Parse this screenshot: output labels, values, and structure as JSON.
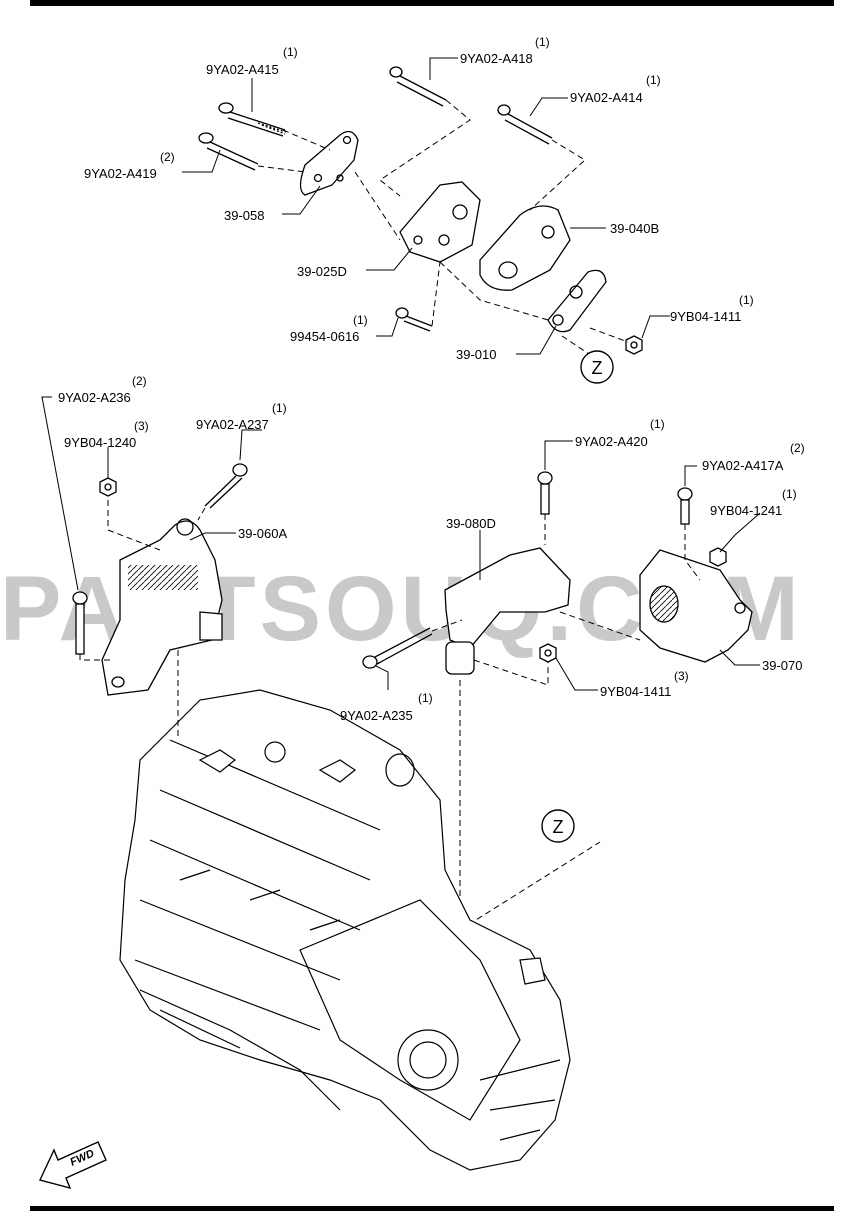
{
  "watermark": "PARTSOUQ.COM",
  "fwd_label": "FWD",
  "zoom_marker": "Z",
  "callouts": [
    {
      "id": "c1",
      "part": "9YA02-A415",
      "qty": "(1)"
    },
    {
      "id": "c2",
      "part": "9YA02-A418",
      "qty": "(1)"
    },
    {
      "id": "c3",
      "part": "9YA02-A414",
      "qty": "(1)"
    },
    {
      "id": "c4",
      "part": "9YA02-A419",
      "qty": "(2)"
    },
    {
      "id": "c5",
      "part": "39-058",
      "qty": ""
    },
    {
      "id": "c6",
      "part": "39-040B",
      "qty": ""
    },
    {
      "id": "c7",
      "part": "39-025D",
      "qty": ""
    },
    {
      "id": "c8",
      "part": "99454-0616",
      "qty": "(1)"
    },
    {
      "id": "c9",
      "part": "9YB04-1411",
      "qty": "(1)"
    },
    {
      "id": "c10",
      "part": "39-010",
      "qty": ""
    },
    {
      "id": "c11",
      "part": "9YA02-A236",
      "qty": "(2)"
    },
    {
      "id": "c12",
      "part": "9YA02-A237",
      "qty": "(1)"
    },
    {
      "id": "c13",
      "part": "9YB04-1240",
      "qty": "(3)"
    },
    {
      "id": "c14",
      "part": "39-060A",
      "qty": ""
    },
    {
      "id": "c15",
      "part": "9YA02-A420",
      "qty": "(1)"
    },
    {
      "id": "c16",
      "part": "9YA02-A417A",
      "qty": "(2)"
    },
    {
      "id": "c17",
      "part": "9YB04-1241",
      "qty": "(1)"
    },
    {
      "id": "c18",
      "part": "39-080D",
      "qty": ""
    },
    {
      "id": "c19",
      "part": "39-070",
      "qty": ""
    },
    {
      "id": "c20",
      "part": "9YB04-1411",
      "qty": "(3)"
    },
    {
      "id": "c21",
      "part": "9YA02-A235",
      "qty": "(1)"
    }
  ]
}
